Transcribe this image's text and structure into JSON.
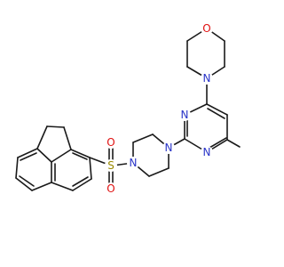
{
  "colors": {
    "bond": "#1a1a1a",
    "nitrogen": "#2a35c8",
    "oxygen": "#e01010",
    "sulfur": "#9a8a00",
    "background": "#ffffff"
  },
  "atoms": {
    "o_morpholine": {
      "text": "O",
      "element": "oxygen"
    },
    "n_morpholine": {
      "text": "N",
      "element": "nitrogen"
    },
    "n_pyrimidine_1": {
      "text": "N",
      "element": "nitrogen"
    },
    "n_pyrimidine_2": {
      "text": "N",
      "element": "nitrogen"
    },
    "n_piperazine_1": {
      "text": "N",
      "element": "nitrogen"
    },
    "n_piperazine_2": {
      "text": "N",
      "element": "nitrogen"
    },
    "s_sulfonyl": {
      "text": "S",
      "element": "sulfur"
    },
    "o_sulfonyl_1": {
      "text": "O",
      "element": "oxygen"
    },
    "o_sulfonyl_2": {
      "text": "O",
      "element": "oxygen"
    }
  }
}
